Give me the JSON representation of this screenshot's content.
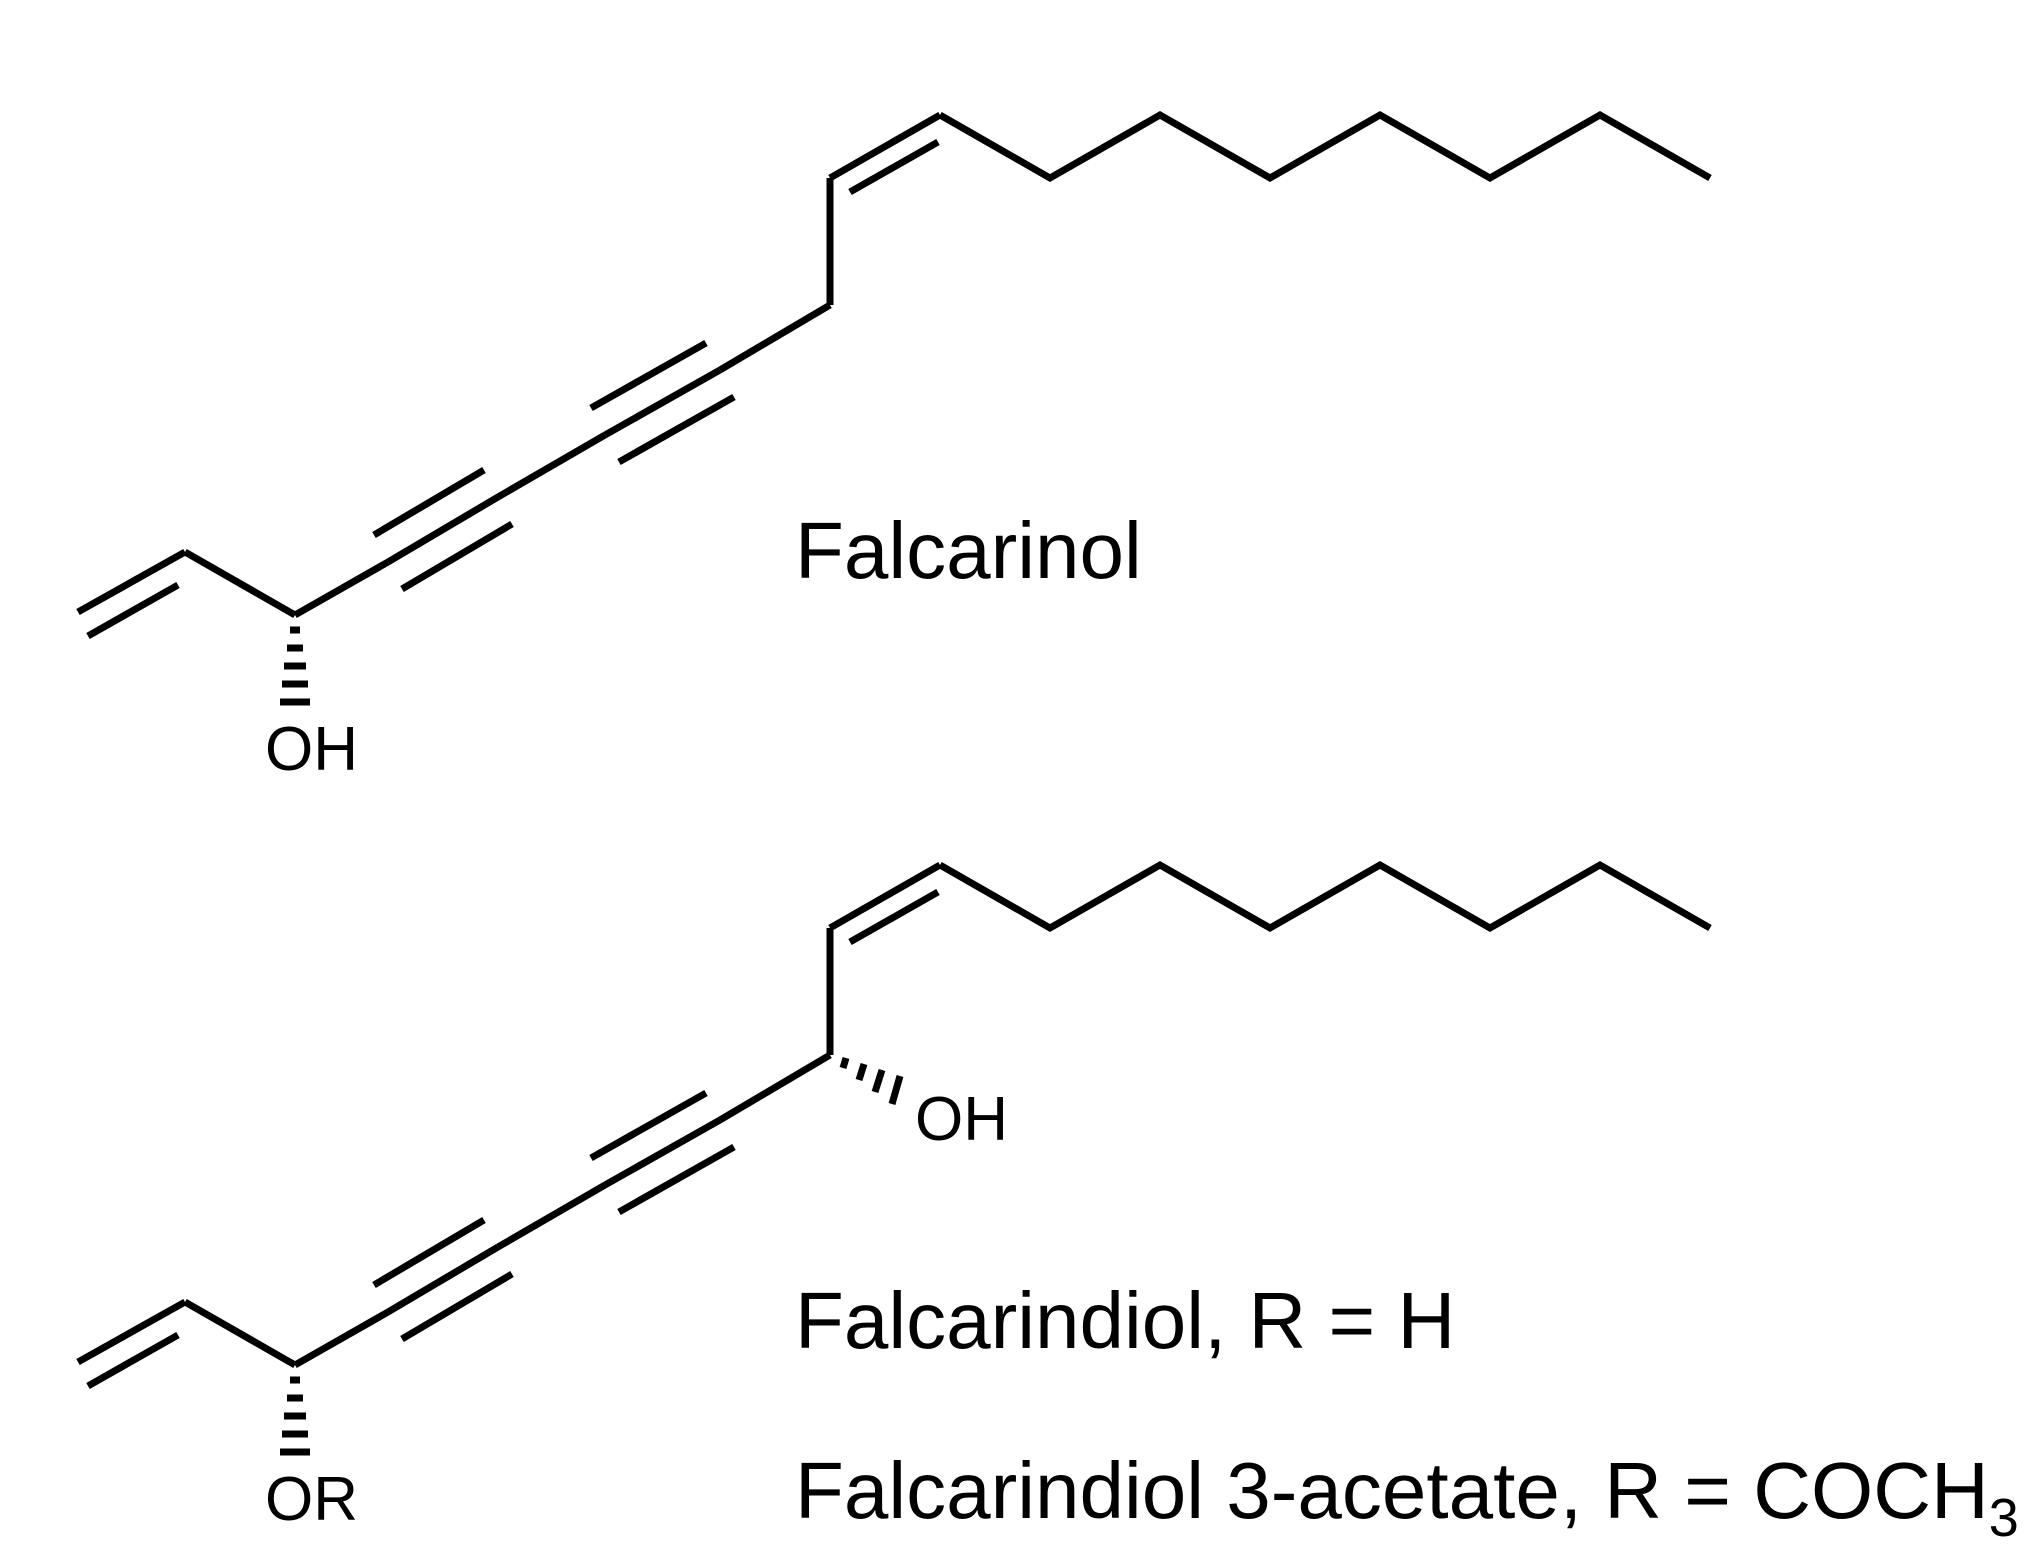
{
  "compounds": [
    {
      "caption": "Falcarinol",
      "substituents": {
        "oh1": "OH"
      }
    },
    {
      "caption": "Falcarindiol, R = H",
      "caption2_main": "Falcarindiol 3-acetate, R = COCH",
      "caption2_sub": "3",
      "substituents": {
        "or": "OR",
        "oh": "OH"
      }
    }
  ],
  "colors": {
    "ink": "#000000",
    "background": "#ffffff"
  }
}
